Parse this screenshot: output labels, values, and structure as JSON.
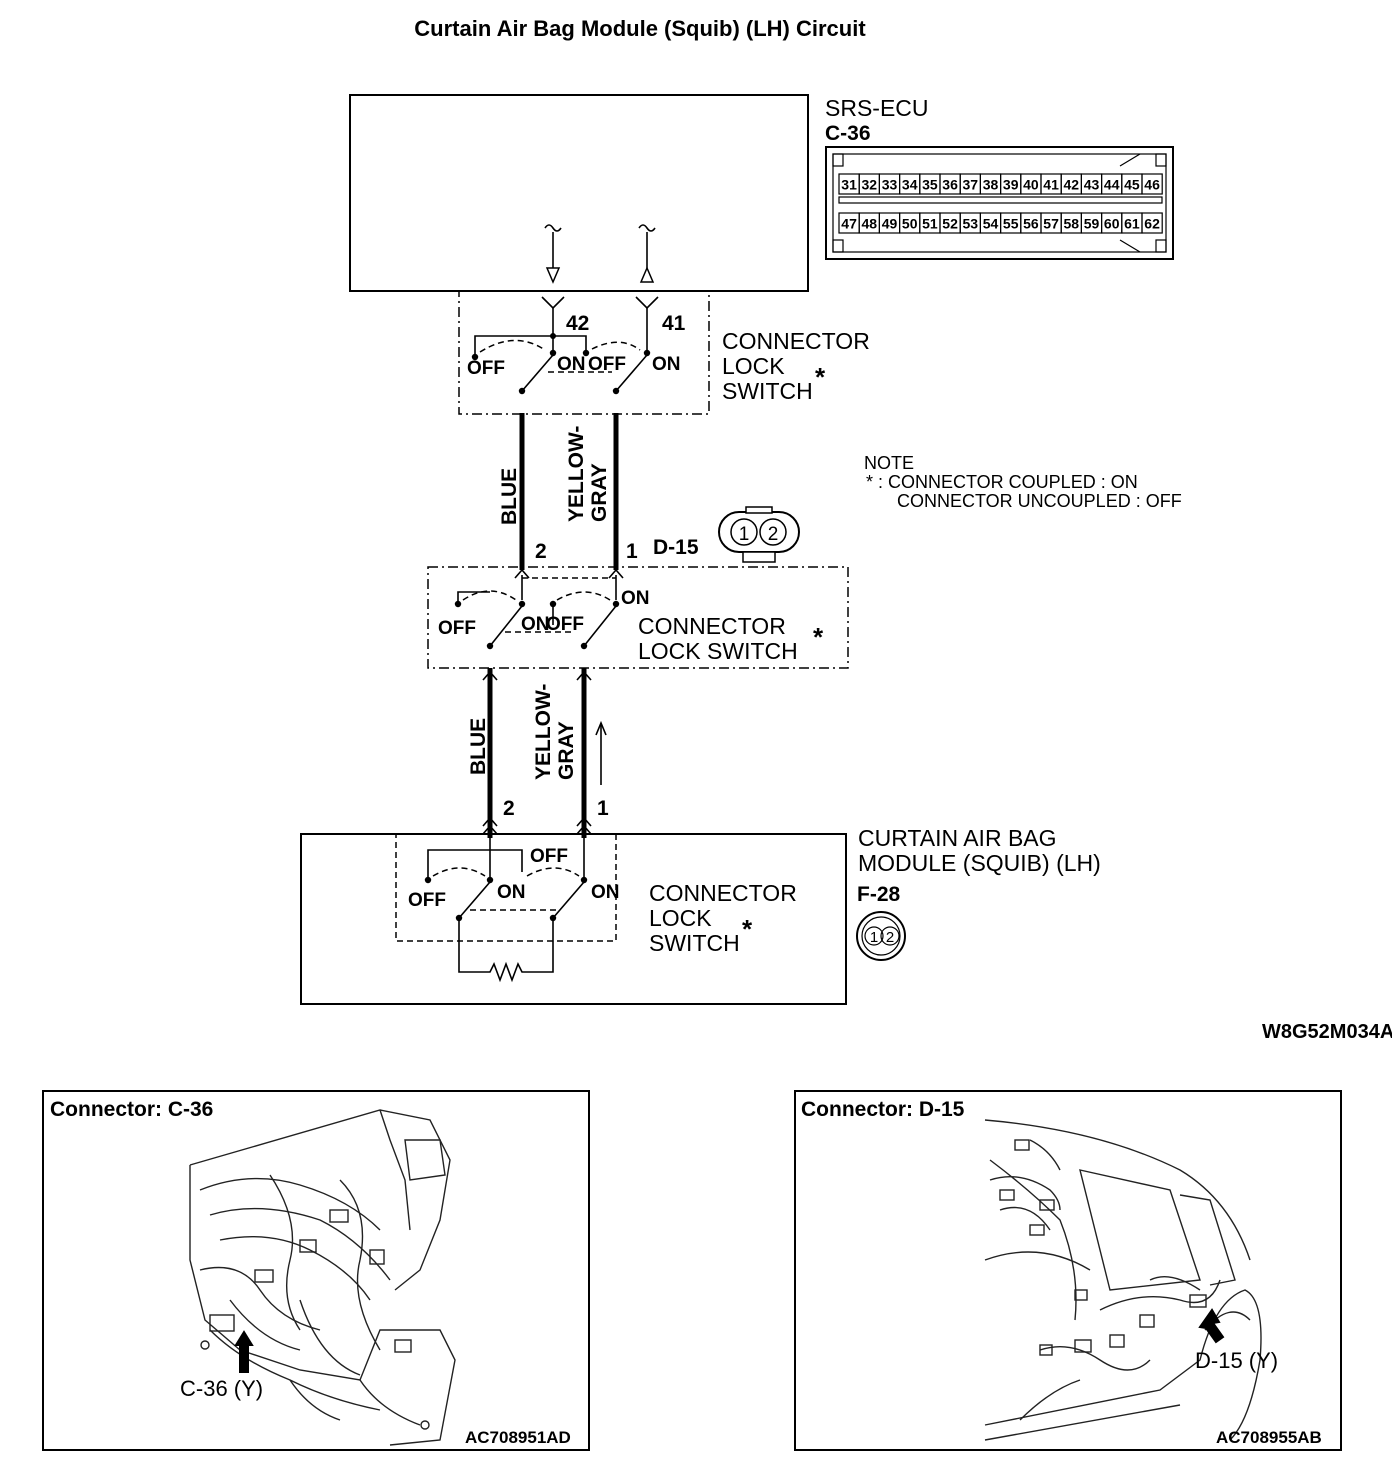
{
  "title": "Curtain Air Bag Module (Squib) (LH) Circuit",
  "figure_code": "W8G52M034A",
  "ecu": {
    "name": "SRS-ECU",
    "connector": "C-36",
    "pins_top": [
      "31",
      "32",
      "33",
      "34",
      "35",
      "36",
      "37",
      "38",
      "39",
      "40",
      "41",
      "42",
      "43",
      "44",
      "45",
      "46"
    ],
    "pins_bottom": [
      "47",
      "48",
      "49",
      "50",
      "51",
      "52",
      "53",
      "54",
      "55",
      "56",
      "57",
      "58",
      "59",
      "60",
      "61",
      "62"
    ],
    "terminal_left": "42",
    "terminal_right": "41"
  },
  "switch_labels": {
    "off": "OFF",
    "on": "ON",
    "cls_line1": "CONNECTOR",
    "cls_line2": "LOCK",
    "cls_line3": "SWITCH",
    "cls_line2_combined": "LOCK SWITCH",
    "asterisk": "*"
  },
  "wires": {
    "left_color": "BLUE",
    "right_color_line1": "YELLOW-",
    "right_color_line2": "GRAY"
  },
  "connector_d15": {
    "name": "D-15",
    "pin_left": "2",
    "pin_right": "1",
    "icon_pin1": "1",
    "icon_pin2": "2"
  },
  "module": {
    "name_line1": "CURTAIN AIR BAG",
    "name_line2": "MODULE (SQUIB) (LH)",
    "connector": "F-28",
    "pin_left": "2",
    "pin_right": "1",
    "icon_pin1": "1",
    "icon_pin2": "2"
  },
  "note": {
    "heading": "NOTE",
    "line1": "* : CONNECTOR COUPLED : ON",
    "line2": "CONNECTOR UNCOUPLED : OFF"
  },
  "panel_left": {
    "title": "Connector: C-36",
    "callout": "C-36 (Y)",
    "code": "AC708951AD"
  },
  "panel_right": {
    "title": "Connector: D-15",
    "callout": "D-15 (Y)",
    "code": "AC708955AB"
  }
}
